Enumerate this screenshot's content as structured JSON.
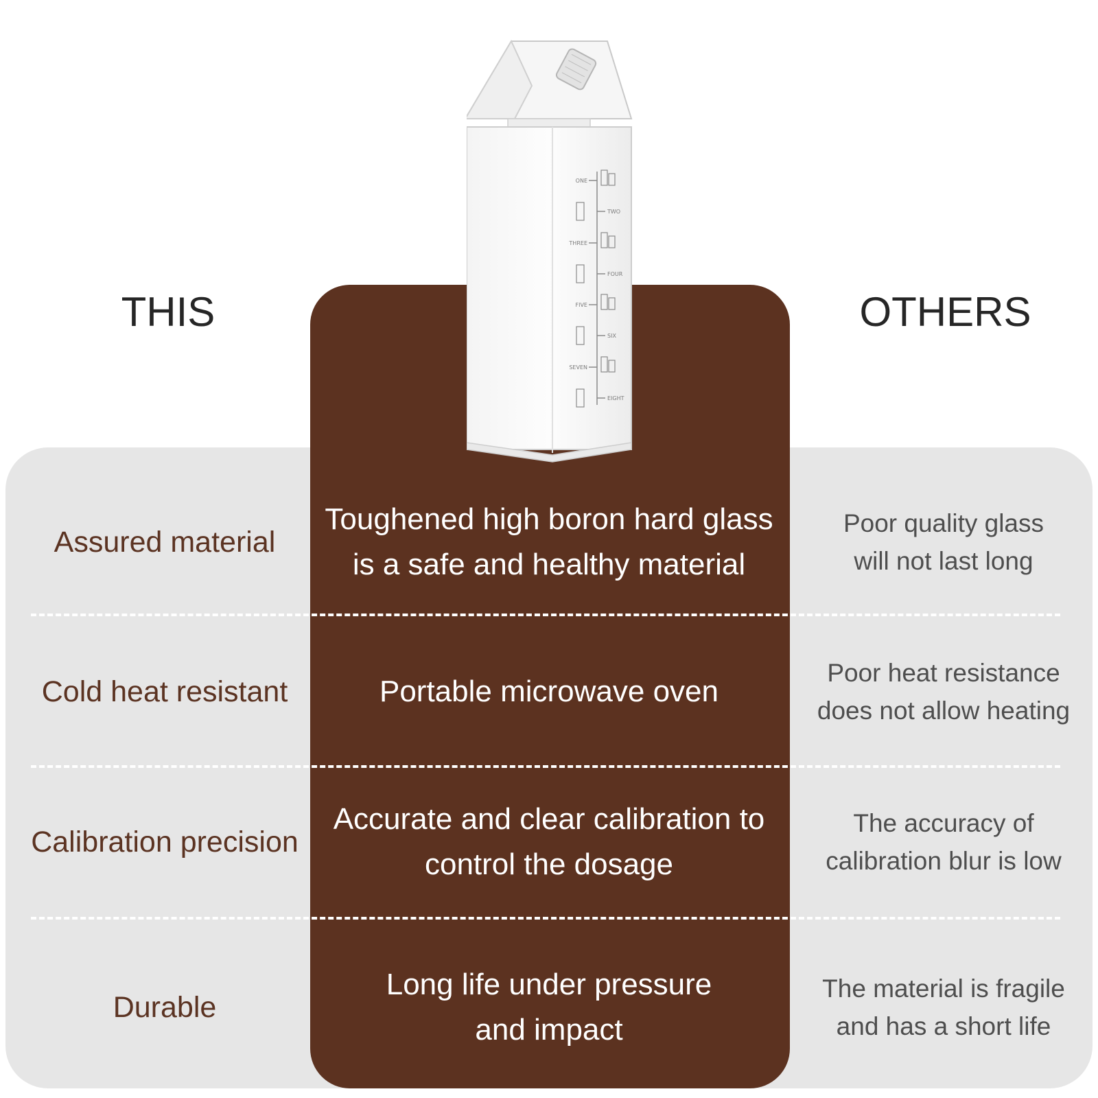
{
  "headers": {
    "this": "THIS",
    "others": "OTHERS"
  },
  "rows": [
    {
      "feature": "Assured material",
      "this": "Toughened high boron hard glass\nis a safe and healthy material",
      "others": "Poor quality glass\nwill not last long"
    },
    {
      "feature": "Cold heat resistant",
      "this": "Portable microwave oven",
      "others": "Poor heat resistance\ndoes not allow heating"
    },
    {
      "feature": "Calibration precision",
      "this": "Accurate and clear calibration to\ncontrol the dosage",
      "others": "The accuracy of\ncalibration blur is low"
    },
    {
      "feature": "Durable",
      "this": "Long life under pressure\nand impact",
      "others": "The material is fragile\nand has a short life"
    }
  ],
  "bottle": {
    "left_marks": [
      "ONE",
      "THREE",
      "FIVE",
      "SEVEN"
    ],
    "right_marks": [
      "TWO",
      "FOUR",
      "SIX",
      "EIGHT"
    ]
  },
  "colors": {
    "brown": "#5c3220",
    "panel_gray": "#e6e6e6",
    "feature_text": "#5b3322",
    "others_text": "#4e4e4e"
  }
}
